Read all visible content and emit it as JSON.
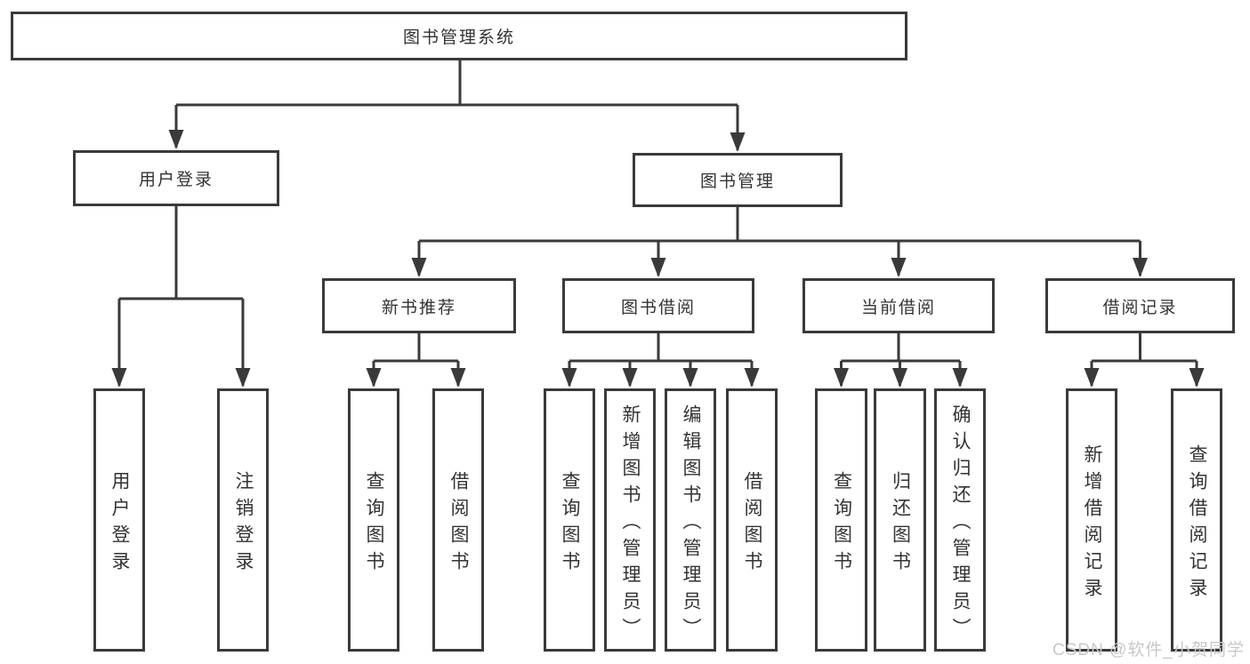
{
  "palette": {
    "line": "#3a3a3a",
    "text": "#333333",
    "watermark": "#c8c8c8",
    "background": "#ffffff"
  },
  "watermark": {
    "text": "CSDN @软件_小贺同学"
  },
  "tree": {
    "label": "图书管理系统",
    "children": [
      {
        "label": "用户登录",
        "children": [
          {
            "label": "用户登录"
          },
          {
            "label": "注销登录"
          }
        ]
      },
      {
        "label": "图书管理",
        "children": [
          {
            "label": "新书推荐",
            "children": [
              {
                "label": "查询图书"
              },
              {
                "label": "借阅图书"
              }
            ]
          },
          {
            "label": "图书借阅",
            "children": [
              {
                "label": "查询图书"
              },
              {
                "label": "新增图书（管理员）"
              },
              {
                "label": "编辑图书（管理员）"
              },
              {
                "label": "借阅图书"
              }
            ]
          },
          {
            "label": "当前借阅",
            "children": [
              {
                "label": "查询图书"
              },
              {
                "label": "归还图书"
              },
              {
                "label": "确认归还（管理员）"
              }
            ]
          },
          {
            "label": "借阅记录",
            "children": [
              {
                "label": "新增借阅记录"
              },
              {
                "label": "查询借阅记录"
              }
            ]
          }
        ]
      }
    ]
  }
}
